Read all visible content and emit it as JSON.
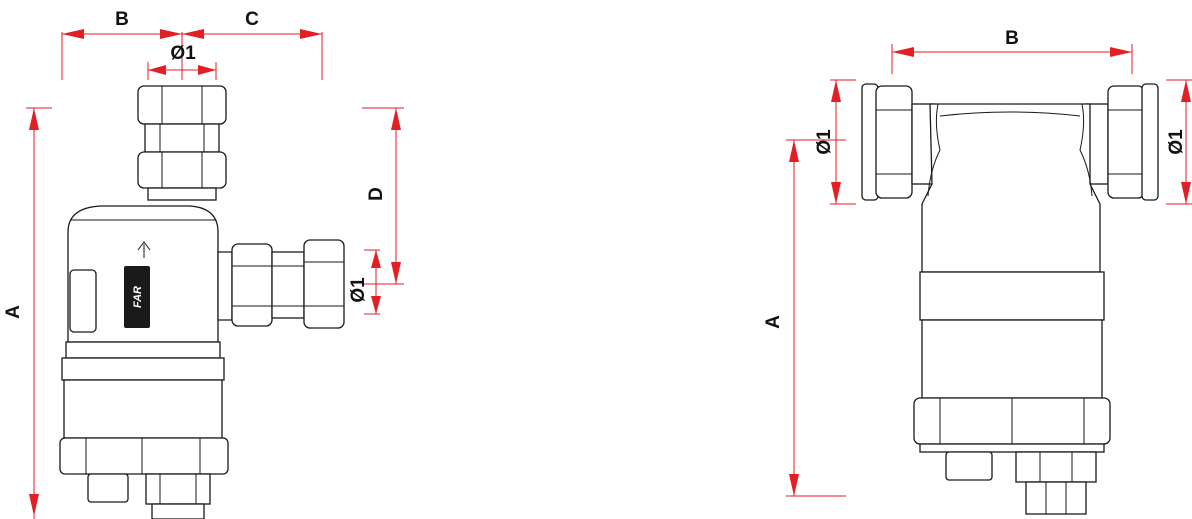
{
  "left_view": {
    "labels": {
      "A": "A",
      "B": "B",
      "C": "C",
      "D": "D",
      "dia_top": "Ø1",
      "dia_side": "Ø1"
    },
    "brand": "FAR",
    "flow_arrow": "up-arrow-icon"
  },
  "right_view": {
    "labels": {
      "A": "A",
      "B": "B",
      "dia_left": "Ø1",
      "dia_right": "Ø1"
    }
  },
  "colors": {
    "dimension": "#e31e24",
    "outline": "#1a1a1a",
    "background": "#ffffff"
  }
}
